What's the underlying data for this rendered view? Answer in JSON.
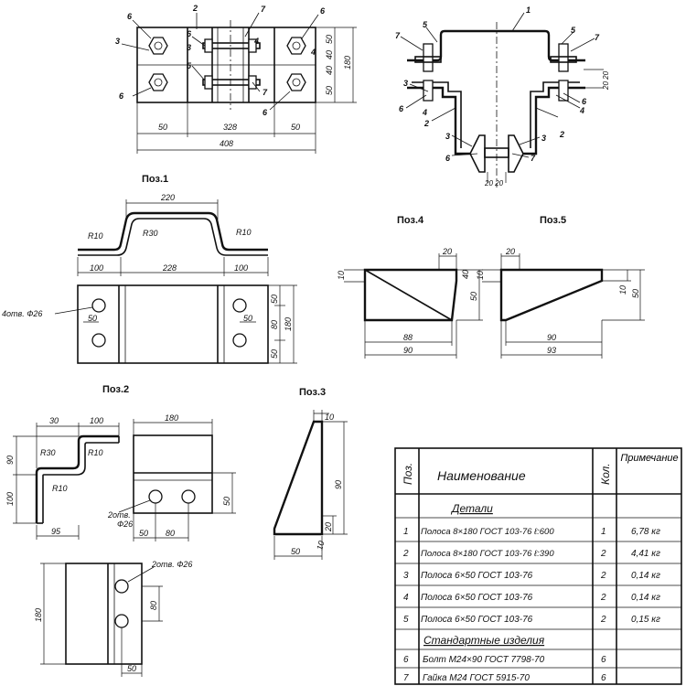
{
  "captions": {
    "pos1": "Поз.1",
    "pos2": "Поз.2",
    "pos3": "Поз.3",
    "pos4": "Поз.4",
    "pos5": "Поз.5"
  },
  "assembly_plan": {
    "callouts": [
      "6",
      "2",
      "7",
      "6",
      "3",
      "6",
      "3",
      "4",
      "5",
      "4",
      "6",
      "7",
      "6"
    ],
    "dims": {
      "d50a": "50",
      "d328": "328",
      "d50b": "50",
      "d408": "408",
      "r50a": "50",
      "r40a": "40",
      "r40b": "40",
      "r50b": "50",
      "r180": "180"
    }
  },
  "assembly_section": {
    "callouts": [
      "1",
      "5",
      "7",
      "5",
      "7",
      "3",
      "2",
      "6",
      "4",
      "4",
      "6",
      "2",
      "3",
      "6",
      "7",
      "3"
    ],
    "dims": {
      "d2020": "20 20",
      "d2020b": "20 20"
    }
  },
  "pos1": {
    "dims": {
      "d220": "220",
      "r30": "R30",
      "r10a": "R10",
      "r10b": "R10",
      "d100a": "100",
      "d228": "228",
      "d100b": "100",
      "holes": "4отв. Ф26",
      "d50l": "50",
      "d50r": "50",
      "v50a": "50",
      "v80": "80",
      "v50b": "50",
      "v180": "180"
    }
  },
  "pos2": {
    "dims": {
      "d30": "30",
      "d100": "100",
      "d90": "90",
      "r30": "R30",
      "r10": "R10",
      "r10b": "R10",
      "v100": "100",
      "d95": "95",
      "d180": "180",
      "holes": "2отв.",
      "dia": "Ф26",
      "d50a": "50",
      "d80": "80",
      "v50": "50"
    },
    "lower": {
      "holes": "2отв. Ф26",
      "v180": "180",
      "v80": "80",
      "d50": "50"
    }
  },
  "pos3": {
    "dims": {
      "d10": "10",
      "v90": "90",
      "v20": "20",
      "d50": "50",
      "d10b": "10"
    }
  },
  "pos4": {
    "dims": {
      "d20": "20",
      "d10": "10",
      "d40": "40",
      "v50": "50",
      "d88": "88",
      "d90": "90"
    }
  },
  "pos5": {
    "dims": {
      "d20": "20",
      "d10": "10",
      "v10": "10",
      "v50": "50",
      "d90": "90",
      "d93": "93"
    }
  },
  "spec_table": {
    "headers": {
      "pos": "Поз.",
      "name": "Наименование",
      "qty": "Кол.",
      "note": "Примечание"
    },
    "section_details": "Детали",
    "section_std": "Стандартные изделия",
    "rows": [
      {
        "pos": "1",
        "name": "Полоса 8×180 ГОСТ 103-76 ℓ:600",
        "qty": "1",
        "note": "6,78 кг"
      },
      {
        "pos": "2",
        "name": "Полоса 8×180 ГОСТ 103-76 ℓ:390",
        "qty": "2",
        "note": "4,41 кг"
      },
      {
        "pos": "3",
        "name": "Полоса 6×50 ГОСТ 103-76",
        "qty": "2",
        "note": "0,14 кг"
      },
      {
        "pos": "4",
        "name": "Полоса 6×50 ГОСТ 103-76",
        "qty": "2",
        "note": "0,14 кг"
      },
      {
        "pos": "5",
        "name": "Полоса 6×50 ГОСТ 103-76",
        "qty": "2",
        "note": "0,15 кг"
      }
    ],
    "std_rows": [
      {
        "pos": "6",
        "name": "Болт М24×90 ГОСТ 7798-70",
        "qty": "6",
        "note": ""
      },
      {
        "pos": "7",
        "name": "Гайка М24 ГОСТ 5915-70",
        "qty": "6",
        "note": ""
      }
    ]
  }
}
